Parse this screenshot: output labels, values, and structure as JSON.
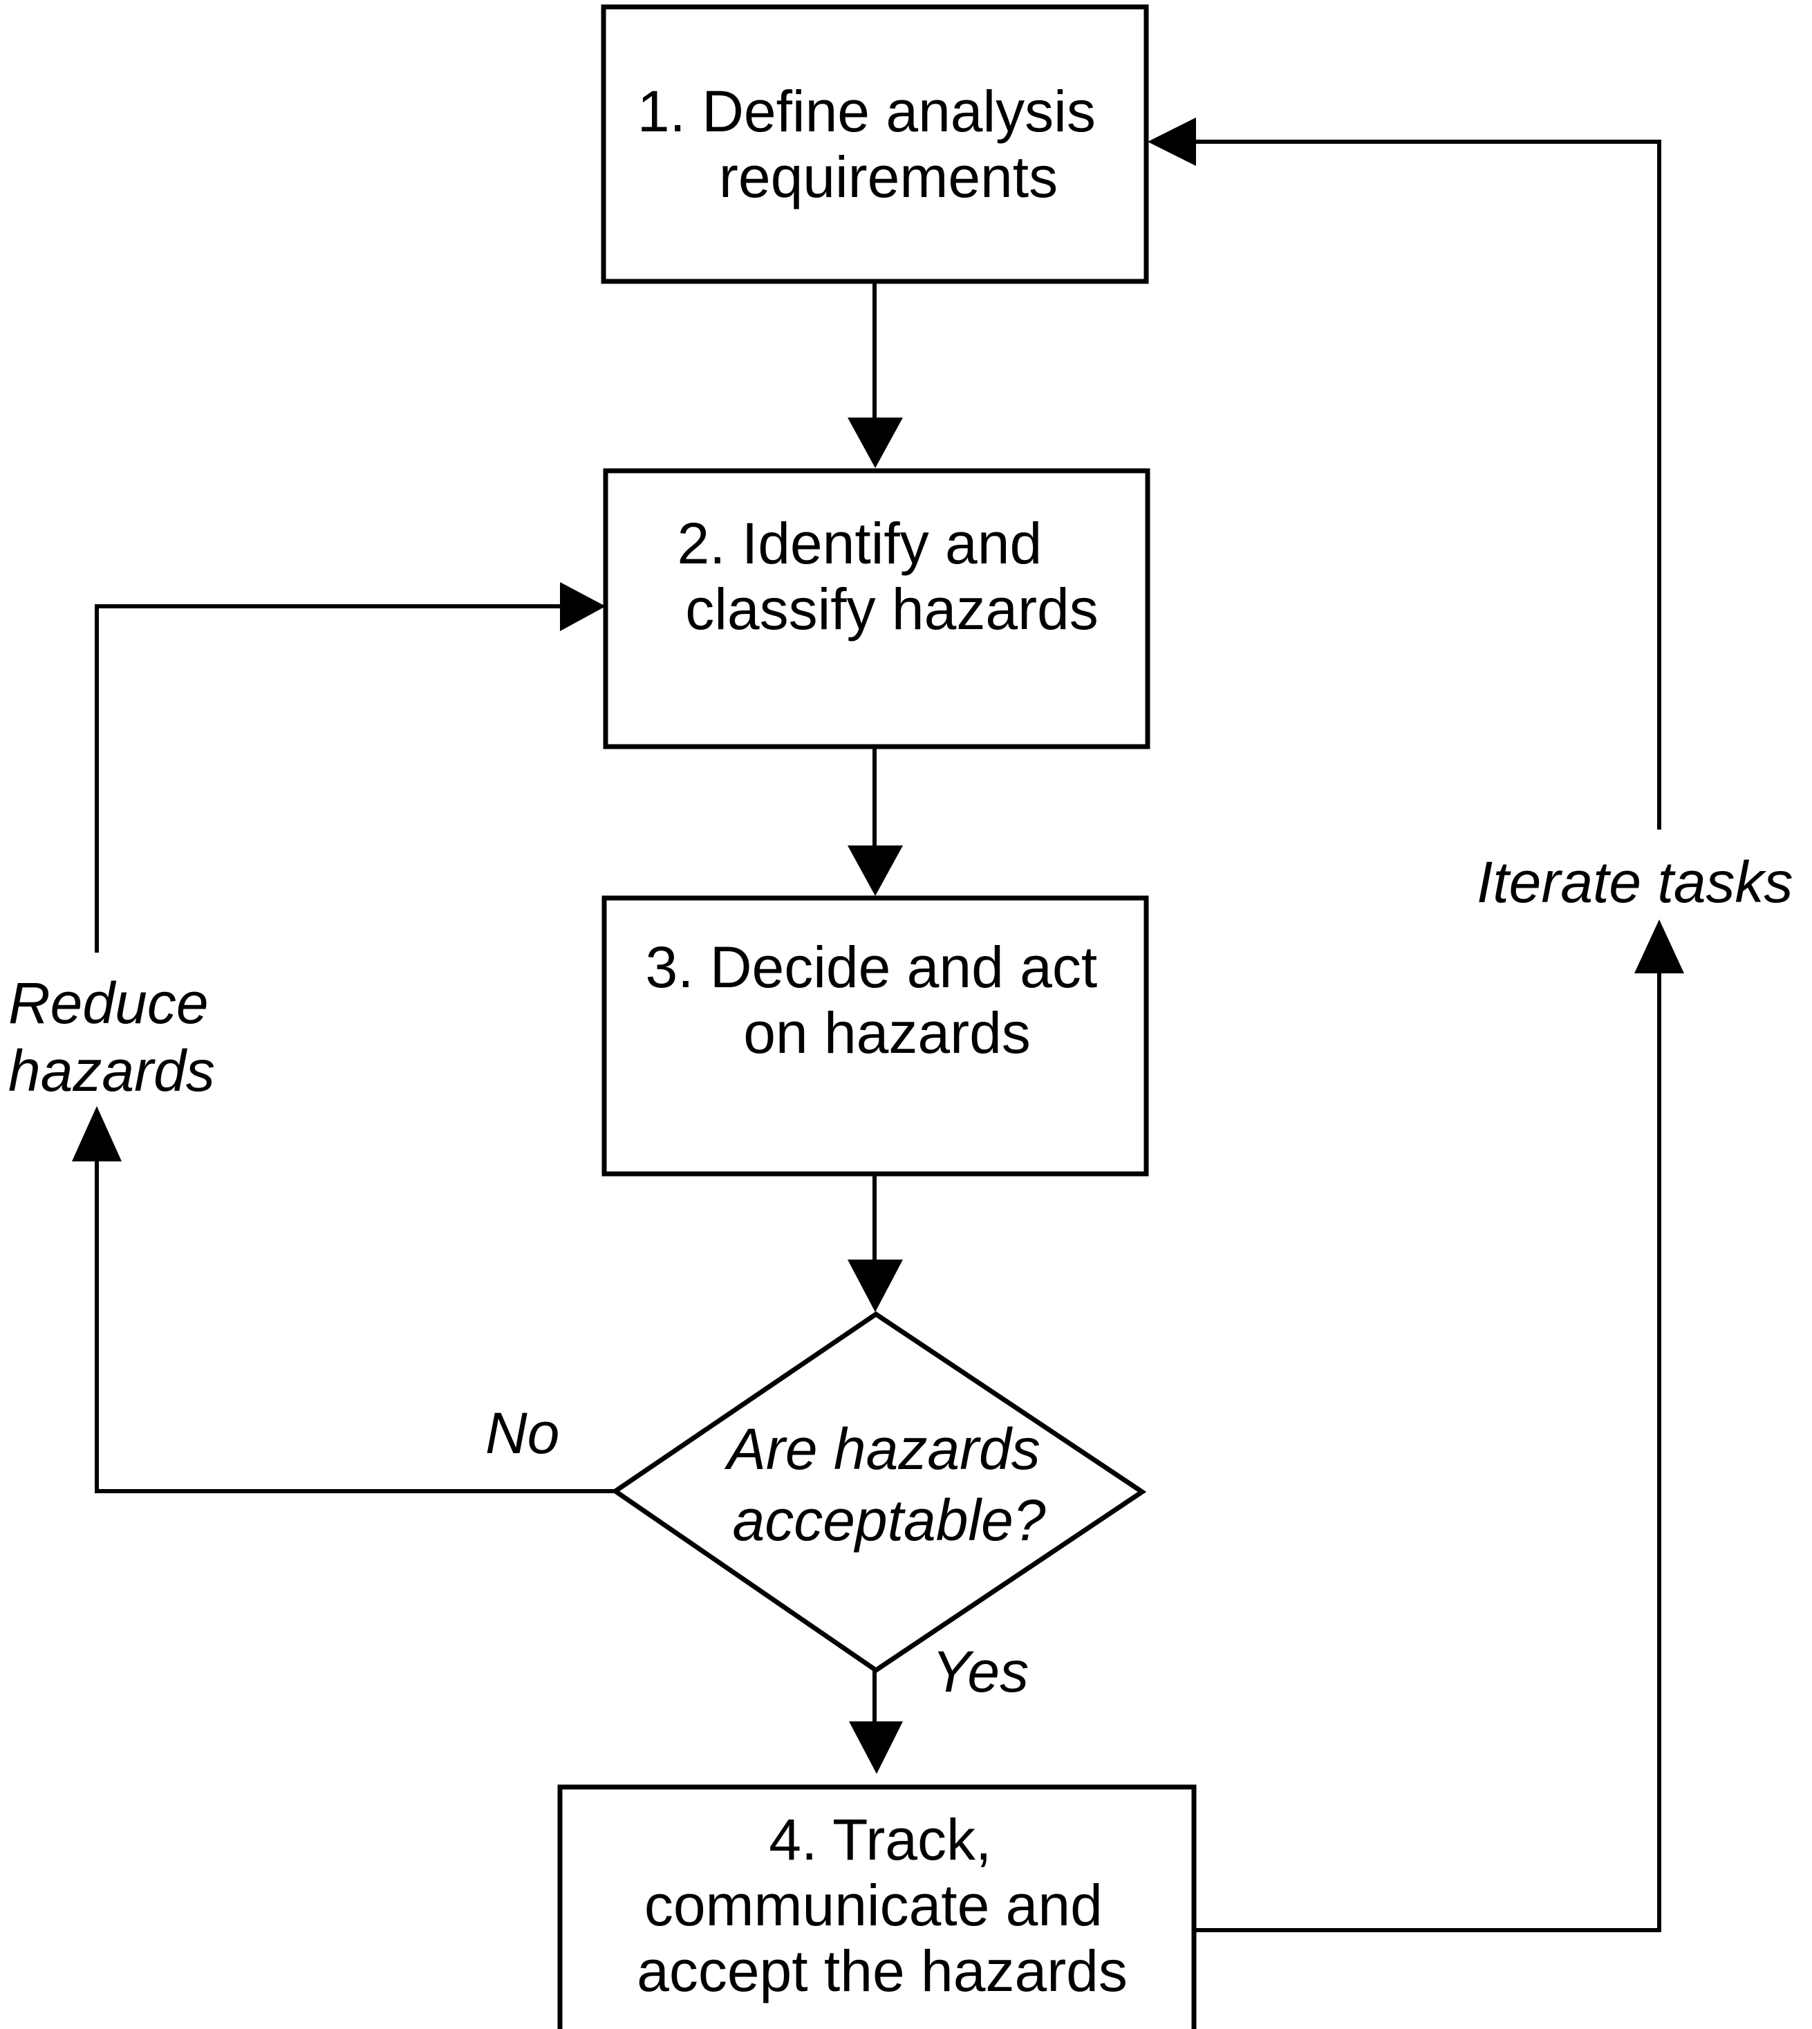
{
  "nodes": {
    "step1": {
      "lines": [
        "1. Define analysis",
        "requirements"
      ]
    },
    "step2": {
      "lines": [
        "2. Identify and",
        "classify hazards"
      ]
    },
    "step3": {
      "lines": [
        "3. Decide and act",
        "on hazards"
      ]
    },
    "decision": {
      "lines": [
        "Are hazards",
        "acceptable?"
      ]
    },
    "step4": {
      "lines": [
        "4. Track,",
        "communicate and",
        "accept the hazards"
      ]
    }
  },
  "edge_labels": {
    "reduce": [
      "Reduce",
      "hazards"
    ],
    "iterate": [
      "Iterate tasks"
    ],
    "no": [
      "No"
    ],
    "yes": [
      "Yes"
    ]
  }
}
